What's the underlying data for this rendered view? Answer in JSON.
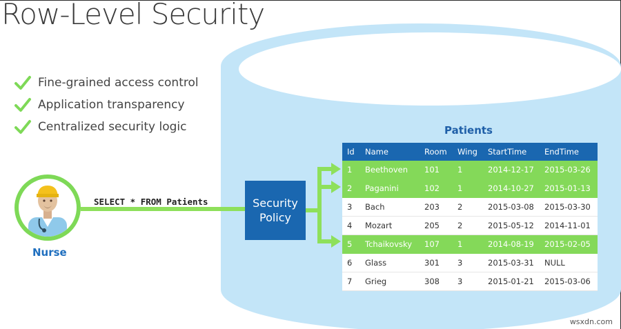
{
  "slide": {
    "title": "Row-Level Security",
    "bullets": [
      "Fine-grained access control",
      "Application transparency",
      "Centralized security logic"
    ],
    "actor_label": "Nurse",
    "query": "SELECT * FROM Patients",
    "policy_label": "Security Policy",
    "watermark": "wsxdn.com"
  },
  "table": {
    "title": "Patients",
    "columns": [
      "Id",
      "Name",
      "Room",
      "Wing",
      "StartTime",
      "EndTime"
    ],
    "rows": [
      {
        "id": "1",
        "name": "Beethoven",
        "room": "101",
        "wing": "1",
        "start": "2014-12-17",
        "end": "2015-03-26",
        "highlighted": true
      },
      {
        "id": "2",
        "name": "Paganini",
        "room": "102",
        "wing": "1",
        "start": "2014-10-27",
        "end": "2015-01-13",
        "highlighted": true
      },
      {
        "id": "3",
        "name": "Bach",
        "room": "203",
        "wing": "2",
        "start": "2015-03-08",
        "end": "2015-03-30",
        "highlighted": false
      },
      {
        "id": "4",
        "name": "Mozart",
        "room": "205",
        "wing": "2",
        "start": "2015-05-12",
        "end": "2014-11-01",
        "highlighted": false
      },
      {
        "id": "5",
        "name": "Tchaikovsky",
        "room": "107",
        "wing": "1",
        "start": "2014-08-19",
        "end": "2015-02-05",
        "highlighted": true
      },
      {
        "id": "6",
        "name": "Glass",
        "room": "301",
        "wing": "3",
        "start": "2015-03-31",
        "end": "NULL",
        "highlighted": false
      },
      {
        "id": "7",
        "name": "Grieg",
        "room": "308",
        "wing": "3",
        "start": "2015-01-21",
        "end": "2015-03-06",
        "highlighted": false
      }
    ]
  },
  "colors": {
    "accent_green": "#84d959",
    "accent_blue": "#1a67b0",
    "cylinder": "#c3e5f8"
  }
}
